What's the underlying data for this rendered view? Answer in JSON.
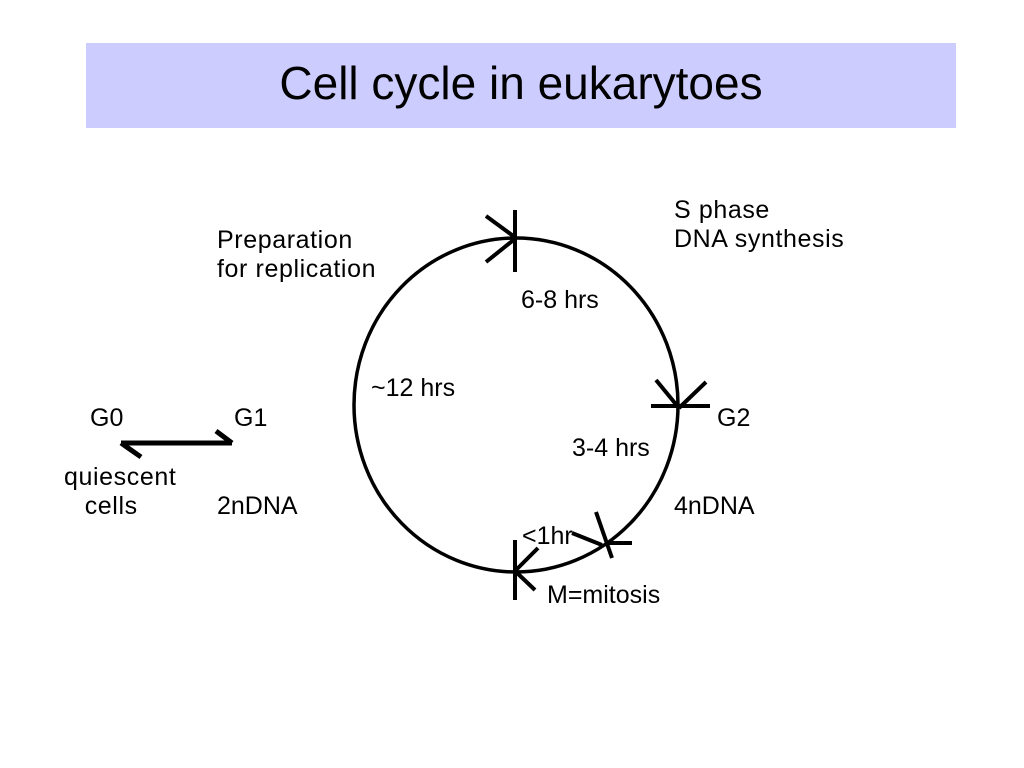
{
  "title": "Cell cycle in eukarytoes",
  "labels": {
    "s_phase": [
      "S phase",
      "DNA synthesis"
    ],
    "preparation": [
      "Preparation",
      "for replication"
    ],
    "s_duration": "6-8 hrs",
    "g1_duration": "~12 hrs",
    "g0": "G0",
    "g1": "G1",
    "g2": "G2",
    "g2_duration": "3-4 hrs",
    "quiescent": [
      "quiescent",
      "cells"
    ],
    "g1_dna": "2nDNA",
    "g2_dna": "4nDNA",
    "m_duration": "<1hr",
    "mitosis": "M=mitosis"
  }
}
